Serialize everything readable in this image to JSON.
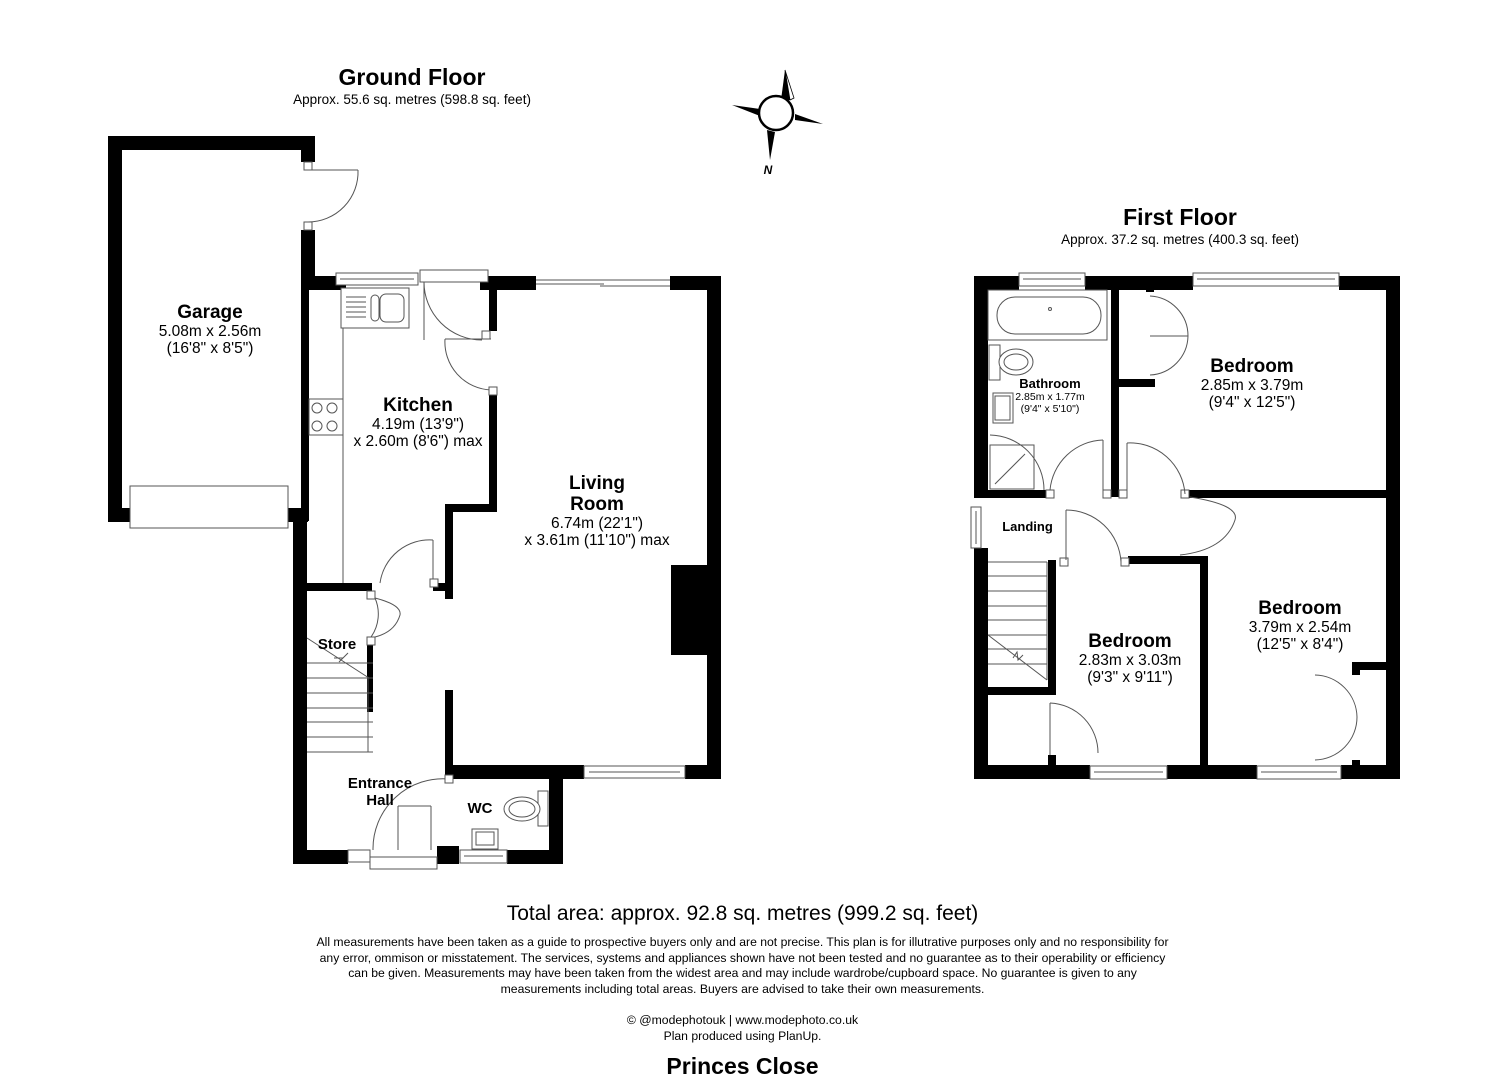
{
  "ground_floor": {
    "title": "Ground Floor",
    "area": "Approx. 55.6 sq. metres (598.8 sq. feet)",
    "rooms": {
      "garage": {
        "name": "Garage",
        "dim1": "5.08m x 2.56m",
        "dim2": "(16'8\" x 8'5\")"
      },
      "kitchen": {
        "name": "Kitchen",
        "dim1": "4.19m (13'9\")",
        "dim2": "x 2.60m (8'6\") max"
      },
      "living_room": {
        "name1": "Living",
        "name2": "Room",
        "dim1": "6.74m (22'1\")",
        "dim2": "x 3.61m (11'10\") max"
      },
      "store": {
        "name": "Store"
      },
      "entrance_hall": {
        "name1": "Entrance",
        "name2": "Hall"
      },
      "wc": {
        "name": "WC"
      }
    }
  },
  "first_floor": {
    "title": "First Floor",
    "area": "Approx. 37.2 sq. metres (400.3 sq. feet)",
    "rooms": {
      "bathroom": {
        "name": "Bathroom",
        "dim1": "2.85m x 1.77m",
        "dim2": "(9'4\" x 5'10\")"
      },
      "bedroom_1": {
        "name": "Bedroom",
        "dim1": "2.85m x 3.79m",
        "dim2": "(9'4\" x 12'5\")"
      },
      "landing": {
        "name": "Landing"
      },
      "bedroom_2": {
        "name": "Bedroom",
        "dim1": "2.83m x 3.03m",
        "dim2": "(9'3\" x 9'11\")"
      },
      "bedroom_3": {
        "name": "Bedroom",
        "dim1": "3.79m x 2.54m",
        "dim2": "(12'5\" x 8'4\")"
      }
    }
  },
  "compass": {
    "label": "N",
    "icon": "compass-rose-icon"
  },
  "footer": {
    "total_area": "Total area: approx. 92.8 sq. metres (999.2 sq. feet)",
    "disclaimer": [
      "All measurements have been taken as a guide to prospective buyers only and are not precise. This plan is for illutrative purposes only and no responsibility for",
      "any error, ommison or misstatement. The services, systems and appliances shown have not been tested and no guarantee as to their operability or efficiency",
      "can be given. Measurements may have been taken from the widest area and may include wardrobe/cupboard space. No guarantee is given to any",
      "measurements including total areas. Buyers are advised to take their own measurements."
    ],
    "credit_line1": "© @modephotouk | www.modephoto.co.uk",
    "credit_line2": "Plan produced using PlanUp.",
    "address": "Princes Close"
  },
  "colors": {
    "wall": "#000000",
    "fixture_line": "#555555",
    "background": "#ffffff"
  }
}
